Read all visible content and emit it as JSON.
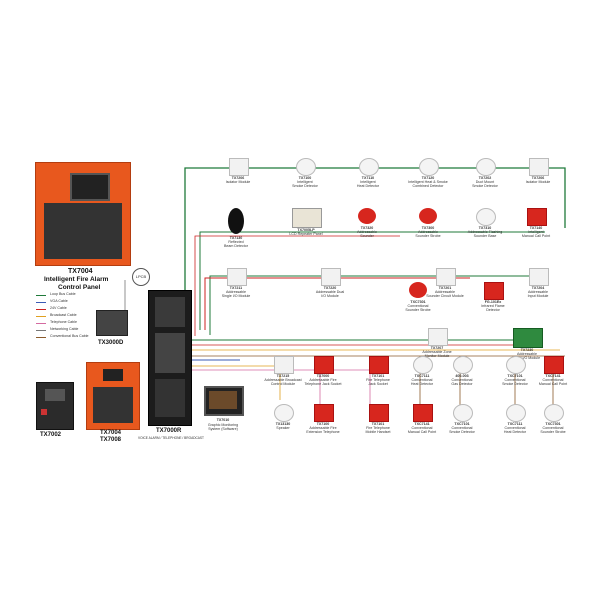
{
  "main_panel": {
    "model": "TX7004",
    "title_line1": "Intelligent Fire Alarm",
    "title_line2": "Control Panel",
    "badge": "LPCB"
  },
  "legend": [
    {
      "label": "Loop Bus Cable",
      "color": "#1f7a3a"
    },
    {
      "label": "VGA Cable",
      "color": "#3b5bb5"
    },
    {
      "label": "24V Cable",
      "color": "#cc2222"
    },
    {
      "label": "Broadcast Cable",
      "color": "#e0a020"
    },
    {
      "label": "Telephone Cable",
      "color": "#d46aa0"
    },
    {
      "label": "Networking Cable",
      "color": "#777777"
    },
    {
      "label": "Conventional Bus Cable",
      "color": "#8a5a2b"
    }
  ],
  "panels": {
    "tx3000d": "TX3000D",
    "tx7002": "TX7002",
    "tx7004": "TX7004",
    "tx7008": "TX7008",
    "tx7000r": "TX7000R",
    "tx7000r_sub": "VOICE ALARM / TELEPHONE / BROADCAST",
    "tx7010_code": "TX7010",
    "tx7010_name": "Graphic Monitoring\nSystem (Software)"
  },
  "row1": [
    {
      "code": "TX7206",
      "name": "Isolator Module"
    },
    {
      "code": "TX7100",
      "name": "Intelligent\nSmoke Detector"
    },
    {
      "code": "TX7110",
      "name": "Intelligent\nHeat Detector"
    },
    {
      "code": "TX7120",
      "name": "Intelligent Heat & Smoke\nCombined Detector"
    },
    {
      "code": "TX7202",
      "name": "Duct Mount\nSmoke Detector"
    },
    {
      "code": "TX7206",
      "name": "Isolator Module"
    }
  ],
  "row2": [
    {
      "code": "TX7130",
      "name": "Reflected\nBeam Detector"
    },
    {
      "code": "TX7005LP",
      "name": "LCD Repeater Panel"
    },
    {
      "code": "TX7320",
      "name": "Addressable\nSounder"
    },
    {
      "code": "TX7300",
      "name": "Addressable\nSounder Strobe"
    },
    {
      "code": "TX7310",
      "name": "Addressable Flashing\nSounder Base"
    },
    {
      "code": "TX7140",
      "name": "Intelligent\nManual Call Point"
    }
  ],
  "row3": [
    {
      "code": "TX7211",
      "name": "Addressable\nSingle I/O Module"
    },
    {
      "code": "TX7220",
      "name": "Addressable Dual\nI/O Module"
    },
    {
      "code": "TX7201",
      "name": "Addressable\nSounder Circuit Module"
    },
    {
      "code": "TX7204",
      "name": "Addressable\nInput Module"
    },
    {
      "code": "TXC7301",
      "name": "Conventional\nSounder Strobe"
    },
    {
      "code": "FG-101Ex",
      "name": "Infrared Flame\nDetector"
    }
  ],
  "row4_mid": [
    {
      "code": "TX7207",
      "name": "Addressable Zone\nMonitor Module"
    },
    {
      "code": "TX7230",
      "name": "Addressable\nMulti I/O Module"
    }
  ],
  "row5": [
    {
      "code": "TX7215",
      "name": "Addressable Broadcast\nControl Module"
    },
    {
      "code": "TX7000",
      "name": "Addressable Fire\nTelephone Jack Socket"
    },
    {
      "code": "TX7101",
      "name": "Fire Telephone\nJack Socket"
    },
    {
      "code": "TXC7111",
      "name": "Conventional\nHeat Detector"
    },
    {
      "code": "400-003",
      "name": "Conventional\nGas Detector"
    },
    {
      "code": "TXC7101",
      "name": "Conventional\nSmoke Detector"
    },
    {
      "code": "TXC7141",
      "name": "Conventional\nManual Call Point"
    }
  ],
  "row6": [
    {
      "code": "TX13130",
      "name": "Speaker"
    },
    {
      "code": "TX7100",
      "name": "Addressable Fire\nExtension Telephone"
    },
    {
      "code": "TX7101",
      "name": "Fire Telephone\nMobile Handset"
    },
    {
      "code": "TXC7141",
      "name": "Conventional\nManual Call Point"
    },
    {
      "code": "TXC7101",
      "name": "Conventional\nSmoke Detector"
    },
    {
      "code": "TXC7111",
      "name": "Conventional\nHeat Detector"
    },
    {
      "code": "TXC7301",
      "name": "Conventional\nSounder Strobe"
    }
  ]
}
